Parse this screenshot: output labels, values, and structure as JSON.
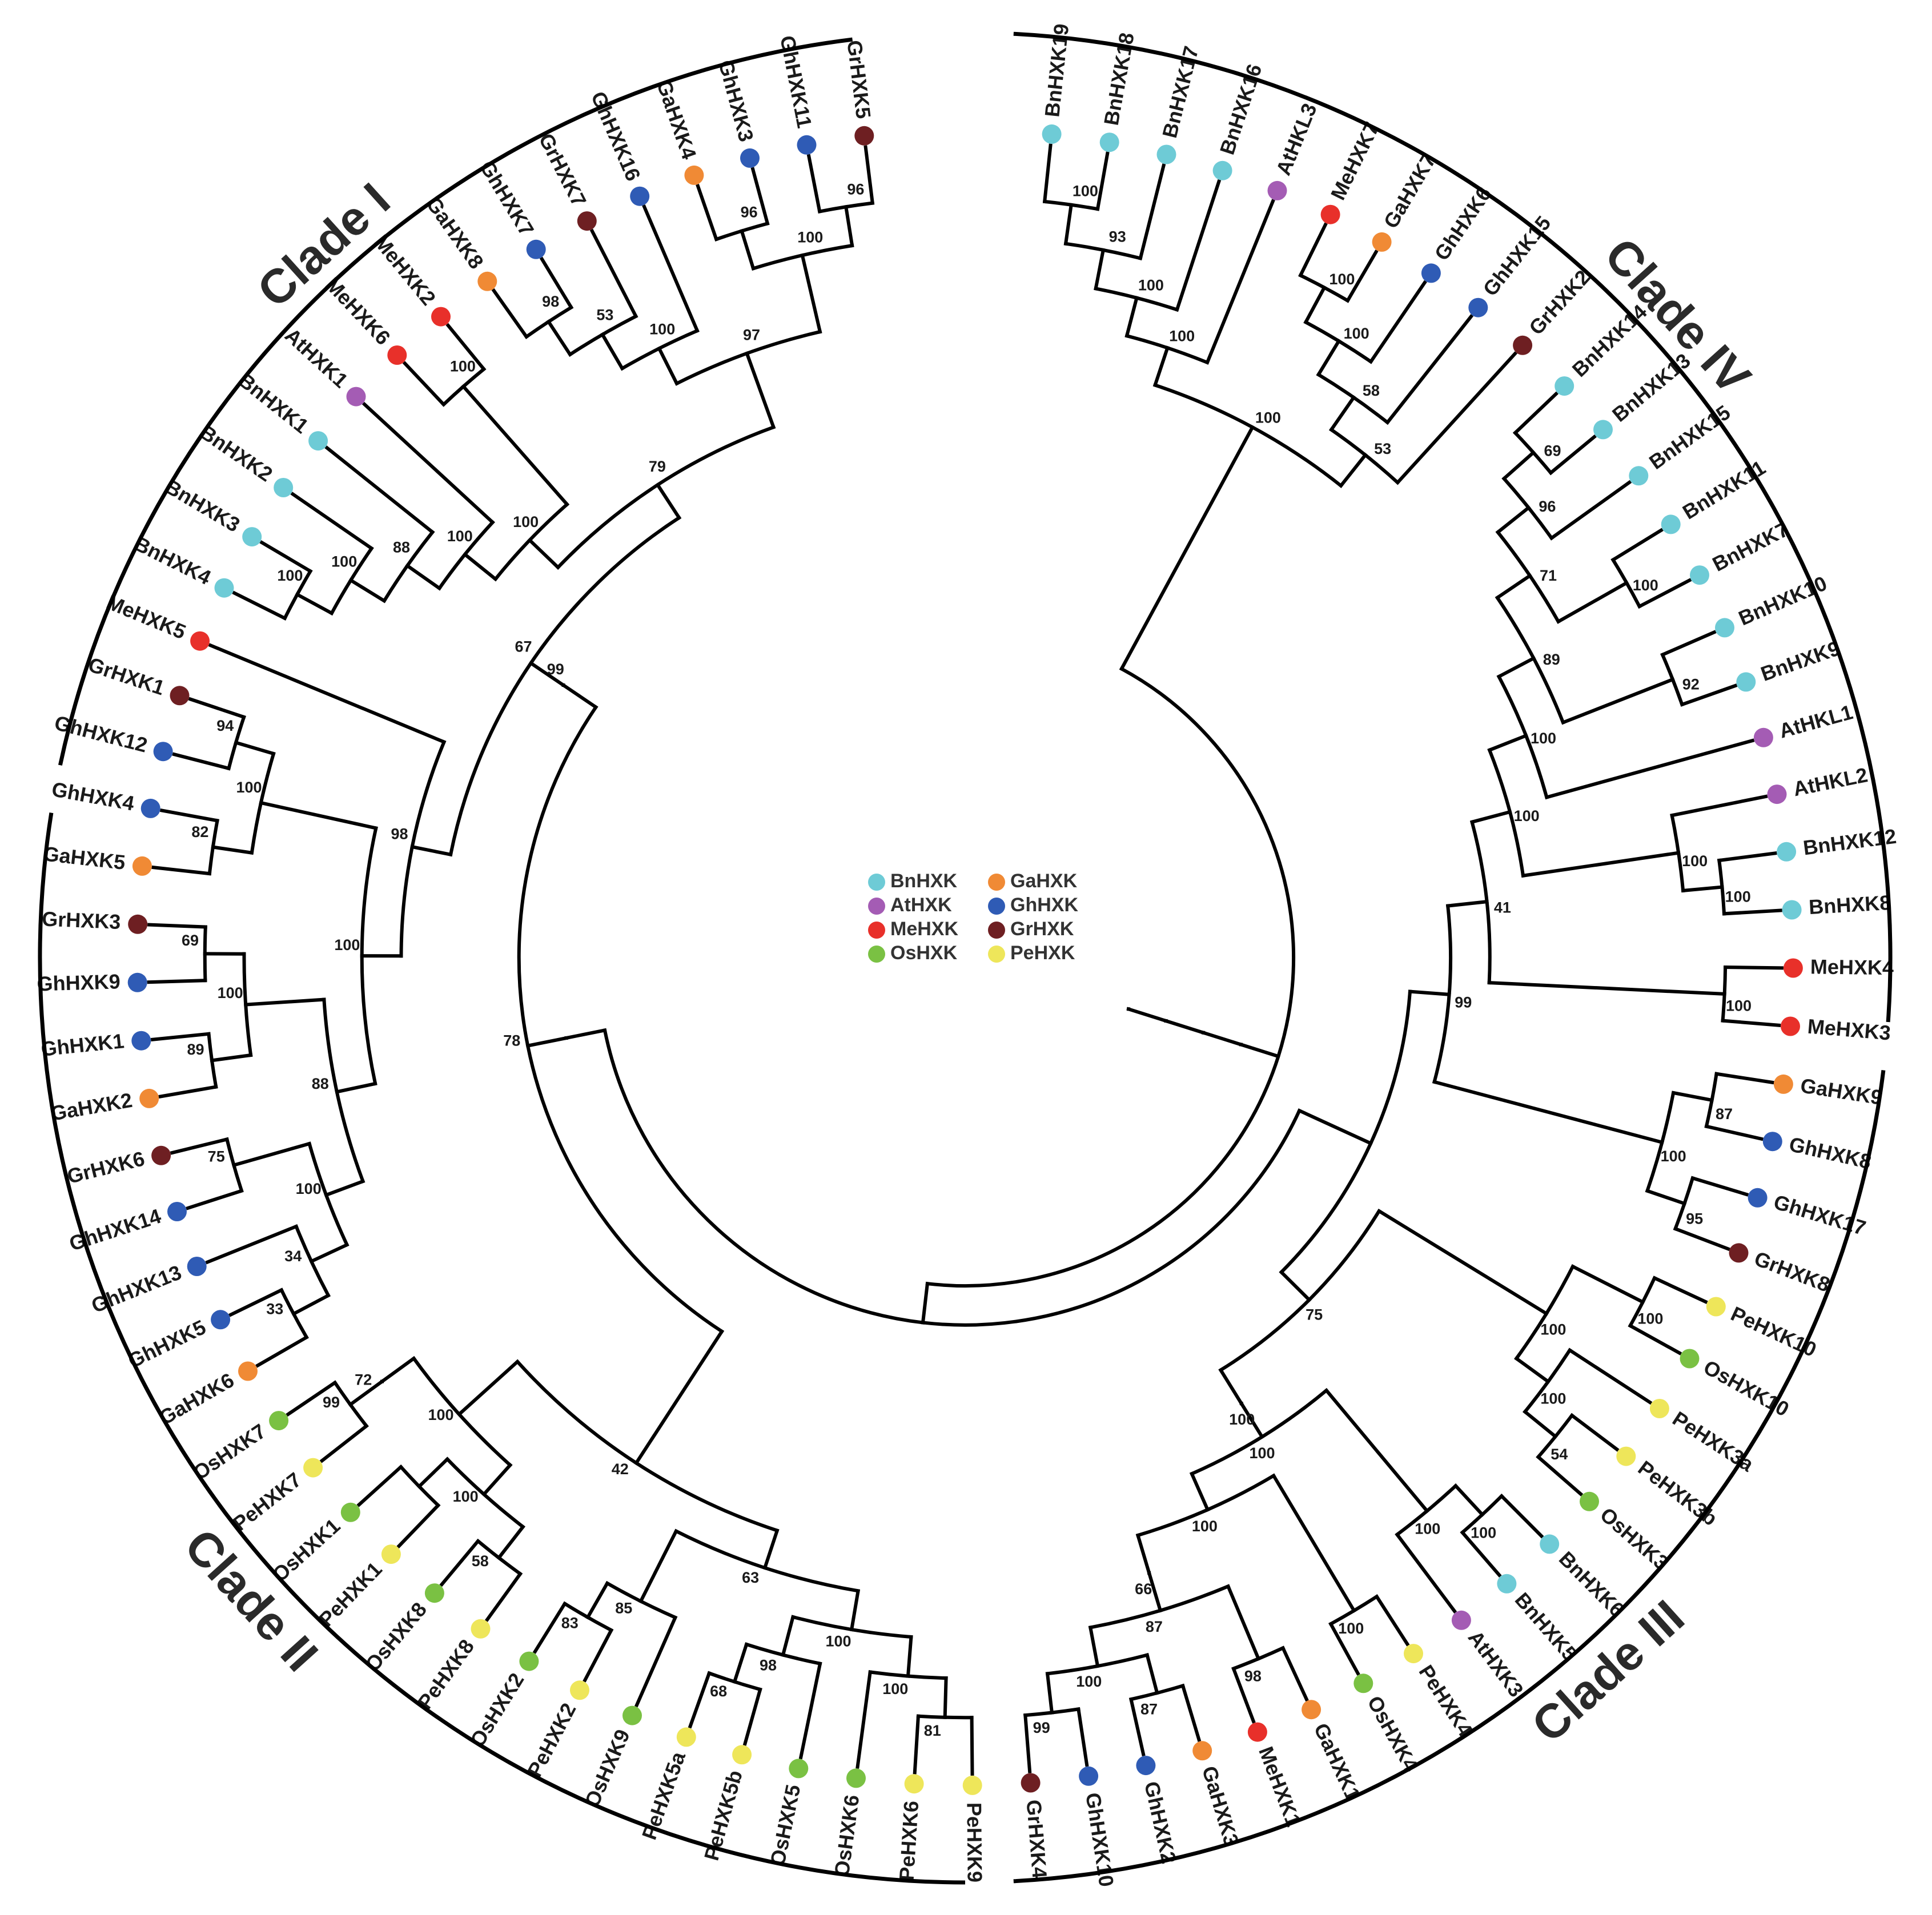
{
  "legend": [
    {
      "name": "BnHXK",
      "color": "#6ecbd6"
    },
    {
      "name": "AtHXK",
      "color": "#a45cb4"
    },
    {
      "name": "MeHXK",
      "color": "#e8302a"
    },
    {
      "name": "OsHXK",
      "color": "#7ac143"
    },
    {
      "name": "GaHXK",
      "color": "#f08a35"
    },
    {
      "name": "GhHXK",
      "color": "#2f5bb5"
    },
    {
      "name": "GrHXK",
      "color": "#6e1f22"
    },
    {
      "name": "PeHXK",
      "color": "#eee65a"
    }
  ],
  "tips": [
    {
      "label": "BnHXK19",
      "species": "BnHXK"
    },
    {
      "label": "BnHXK18",
      "species": "BnHXK"
    },
    {
      "label": "BnHXK17",
      "species": "BnHXK"
    },
    {
      "label": "BnHXK16",
      "species": "BnHXK"
    },
    {
      "label": "AtHKL3",
      "species": "AtHXK"
    },
    {
      "label": "MeHXK7",
      "species": "MeHXK"
    },
    {
      "label": "GaHXK7",
      "species": "GaHXK"
    },
    {
      "label": "GhHXK6",
      "species": "GhHXK"
    },
    {
      "label": "GhHXK15",
      "species": "GhHXK"
    },
    {
      "label": "GrHXK2",
      "species": "GrHXK"
    },
    {
      "label": "BnHXK14",
      "species": "BnHXK"
    },
    {
      "label": "BnHXK13",
      "species": "BnHXK"
    },
    {
      "label": "BnHXK15",
      "species": "BnHXK"
    },
    {
      "label": "BnHXK11",
      "species": "BnHXK"
    },
    {
      "label": "BnHXK7",
      "species": "BnHXK"
    },
    {
      "label": "BnHXK10",
      "species": "BnHXK"
    },
    {
      "label": "BnHXK9",
      "species": "BnHXK"
    },
    {
      "label": "AtHKL1",
      "species": "AtHXK"
    },
    {
      "label": "AtHKL2",
      "species": "AtHXK"
    },
    {
      "label": "BnHXK12",
      "species": "BnHXK"
    },
    {
      "label": "BnHXK8",
      "species": "BnHXK"
    },
    {
      "label": "MeHXK4",
      "species": "MeHXK"
    },
    {
      "label": "MeHXK3",
      "species": "MeHXK"
    },
    {
      "label": "GaHXK9",
      "species": "GaHXK"
    },
    {
      "label": "GhHXK8",
      "species": "GhHXK"
    },
    {
      "label": "GhHXK17",
      "species": "GhHXK"
    },
    {
      "label": "GrHXK8",
      "species": "GrHXK"
    },
    {
      "label": "PeHXK10",
      "species": "PeHXK"
    },
    {
      "label": "OsHXK10",
      "species": "OsHXK"
    },
    {
      "label": "PeHXK3a",
      "species": "PeHXK"
    },
    {
      "label": "PeHXK3b",
      "species": "PeHXK"
    },
    {
      "label": "OsHXK3",
      "species": "OsHXK"
    },
    {
      "label": "BnHXK6",
      "species": "BnHXK"
    },
    {
      "label": "BnHXK5",
      "species": "BnHXK"
    },
    {
      "label": "AtHXK3",
      "species": "AtHXK"
    },
    {
      "label": "PeHXK4",
      "species": "PeHXK"
    },
    {
      "label": "OsHXK4",
      "species": "OsHXK"
    },
    {
      "label": "GaHXK1",
      "species": "GaHXK"
    },
    {
      "label": "MeHXK1",
      "species": "MeHXK"
    },
    {
      "label": "GaHXK3",
      "species": "GaHXK"
    },
    {
      "label": "GhHXK2",
      "species": "GhHXK"
    },
    {
      "label": "GhHXK10",
      "species": "GhHXK"
    },
    {
      "label": "GrHXK4",
      "species": "GrHXK"
    },
    {
      "label": "PeHXK9",
      "species": "PeHXK"
    },
    {
      "label": "PeHXK6",
      "species": "PeHXK"
    },
    {
      "label": "OsHXK6",
      "species": "OsHXK"
    },
    {
      "label": "OsHXK5",
      "species": "OsHXK"
    },
    {
      "label": "PeHXK5b",
      "species": "PeHXK"
    },
    {
      "label": "PeHXK5a",
      "species": "PeHXK"
    },
    {
      "label": "OsHXK9",
      "species": "OsHXK"
    },
    {
      "label": "PeHXK2",
      "species": "PeHXK"
    },
    {
      "label": "OsHXK2",
      "species": "OsHXK"
    },
    {
      "label": "PeHXK8",
      "species": "PeHXK"
    },
    {
      "label": "OsHXK8",
      "species": "OsHXK"
    },
    {
      "label": "PeHXK1",
      "species": "PeHXK"
    },
    {
      "label": "OsHXK1",
      "species": "OsHXK"
    },
    {
      "label": "PeHXK7",
      "species": "PeHXK"
    },
    {
      "label": "OsHXK7",
      "species": "OsHXK"
    },
    {
      "label": "GaHXK6",
      "species": "GaHXK"
    },
    {
      "label": "GhHXK5",
      "species": "GhHXK"
    },
    {
      "label": "GhHXK13",
      "species": "GhHXK"
    },
    {
      "label": "GhHXK14",
      "species": "GhHXK"
    },
    {
      "label": "GrHXK6",
      "species": "GrHXK"
    },
    {
      "label": "GaHXK2",
      "species": "GaHXK"
    },
    {
      "label": "GhHXK1",
      "species": "GhHXK"
    },
    {
      "label": "GhHXK9",
      "species": "GhHXK"
    },
    {
      "label": "GrHXK3",
      "species": "GrHXK"
    },
    {
      "label": "GaHXK5",
      "species": "GaHXK"
    },
    {
      "label": "GhHXK4",
      "species": "GhHXK"
    },
    {
      "label": "GhHXK12",
      "species": "GhHXK"
    },
    {
      "label": "GrHXK1",
      "species": "GrHXK"
    },
    {
      "label": "MeHXK5",
      "species": "MeHXK"
    },
    {
      "label": "BnHXK4",
      "species": "BnHXK"
    },
    {
      "label": "BnHXK3",
      "species": "BnHXK"
    },
    {
      "label": "BnHXK2",
      "species": "BnHXK"
    },
    {
      "label": "BnHXK1",
      "species": "BnHXK"
    },
    {
      "label": "AtHXK1",
      "species": "AtHXK"
    },
    {
      "label": "MeHXK6",
      "species": "MeHXK"
    },
    {
      "label": "MeHXK2",
      "species": "MeHXK"
    },
    {
      "label": "GaHXK8",
      "species": "GaHXK"
    },
    {
      "label": "GhHXK7",
      "species": "GhHXK"
    },
    {
      "label": "GrHXK7",
      "species": "GrHXK"
    },
    {
      "label": "GhHXK16",
      "species": "GhHXK"
    },
    {
      "label": "GaHXK4",
      "species": "GaHXK"
    },
    {
      "label": "GhHXK3",
      "species": "GhHXK"
    },
    {
      "label": "GhHXK11",
      "species": "GhHXK"
    },
    {
      "label": "GrHXK5",
      "species": "GrHXK"
    }
  ],
  "newick": "((((((((((BnHXK19,BnHXK18)100,BnHXK17)93,BnHXK16)100,AtHKL3)100,((((MeHXK7,GaHXK7)100,GhHXK6)100,GhHXK15)58,GrHXK2)53)100,((((((((((BnHXK14,BnHXK13)69,BnHXK15)96,(BnHXK11,BnHXK7)100)71,(BnHXK10,BnHXK9)92)89,AtHKL1)100,(AtHKL2,(BnHXK12,BnHXK8)100)100)100,(MeHXK4,MeHXK3)100)41,((GaHXK9,GhHXK8)87,(GhHXK17,GrHXK8)95)100)99,(((PeHXK10,OsHXK10)100,(PeHXK3a,(PeHXK3b,OsHXK3)54)100)100,((((BnHXK6,BnHXK5)100,AtHXK3)100,((PeHXK4,OsHXK4)100,(((GaHXK1,MeHXK1)98,((GaHXK3,GhHXK2)87,(GhHXK10,GrHXK4)99)100)87)66)100)100)100)75),(((((((PeHXK9,PeHXK6)81,OsHXK6)100,(OsHXK5,(PeHXK5b,PeHXK5a)68)98)100,(OsHXK9,(PeHXK2,OsHXK2)83)85)63,(((PeHXK8,OsHXK8)58,(PeHXK1,OsHXK1))100,((PeHXK7,OsHXK7)99)72)100)42,((((((((GaHXK6,GhHXK5)33,GhHXK13)34,(GhHXK14,GrHXK6)75)100,((GaHXK2,GhHXK1)89,(GhHXK9,GrHXK3)69)100)88,((GaHXK5,GhHXK4)82,(GhHXK12,GrHXK1)94)100)100,MeHXK5)98,((((((BnHXK4,BnHXK3)100,BnHXK2)100,BnHXK1)88,AtHXK1)100,(MeHXK6,MeHXK2)100)100,((((GaHXK8,GhHXK7)98,GrHXK7)53,GhHXK16)100,((GaHXK4,GhHXK3)96,(GhHXK11,GrHXK5)96)100)97)79)67)99)78)",
  "clades": [
    {
      "label": "Clade I"
    },
    {
      "label": "Clade II"
    },
    {
      "label": "Clade III"
    },
    {
      "label": "Clade IV"
    }
  ]
}
